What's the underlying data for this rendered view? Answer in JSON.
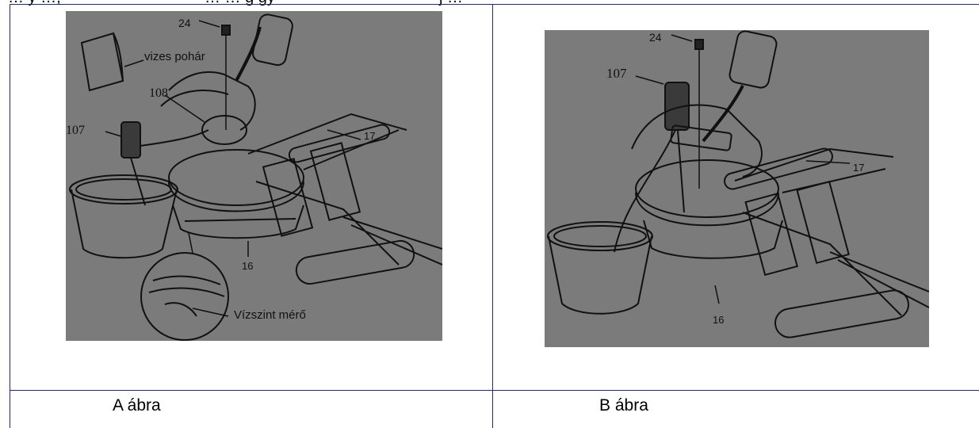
{
  "top_partial_text": {
    "part1": "…   y …,",
    "part2": "…  … g   gy",
    "part3": "j …"
  },
  "figure_a": {
    "labels": {
      "cup": "vizes pohár",
      "l24": "24",
      "l108": "108",
      "l107": "107",
      "l17": "17",
      "l16": "16",
      "gauge": "Vízszint mérő"
    },
    "caption": "A ábra"
  },
  "figure_b": {
    "labels": {
      "l24": "24",
      "l107": "107",
      "l17": "17",
      "l16": "16"
    },
    "caption": "B ábra"
  },
  "colors": {
    "border": "#1f2a78",
    "image_bg": "#7b7b7b",
    "line_art": "#111111"
  }
}
